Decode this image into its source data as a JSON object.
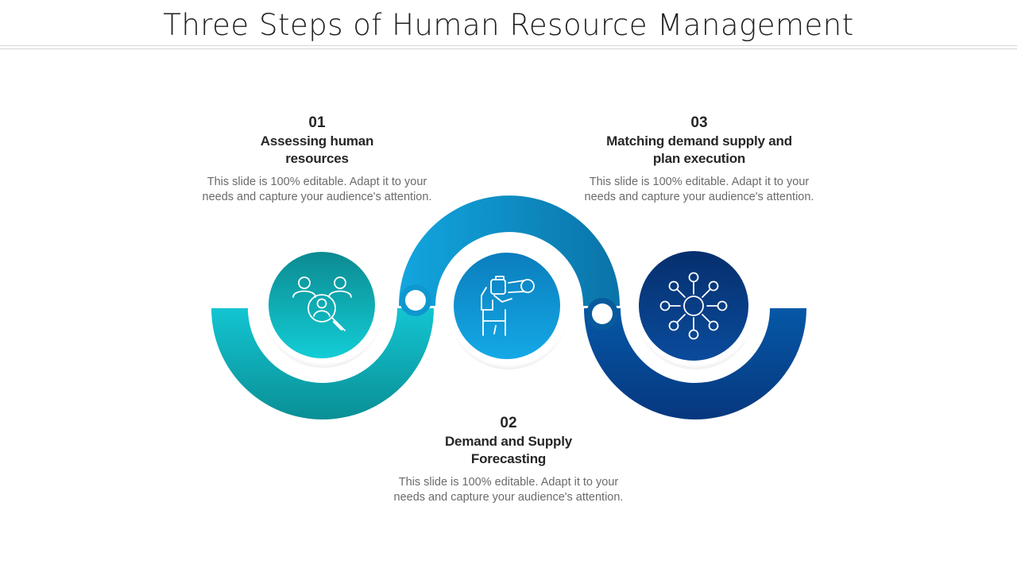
{
  "slide": {
    "title": "Three Steps of Human Resource Management"
  },
  "steps": [
    {
      "number": "01",
      "heading_line1": "Assessing human",
      "heading_line2": "resources",
      "desc_line1": "This slide is 100% editable. Adapt it to your",
      "desc_line2": "needs and capture your audience's attention.",
      "icon": "people-search-icon",
      "color": "#0ea7b4"
    },
    {
      "number": "02",
      "heading_line1": "Demand and Supply",
      "heading_line2": "Forecasting",
      "desc_line1": "This slide is 100% editable. Adapt it to your",
      "desc_line2": "needs and capture your audience's attention.",
      "icon": "binoculars-person-icon",
      "color": "#0a8ac6"
    },
    {
      "number": "03",
      "heading_line1": "Matching demand supply and",
      "heading_line2": "plan execution",
      "desc_line1": "This slide is 100% editable. Adapt it to your",
      "desc_line2": "needs and capture your audience's attention.",
      "icon": "network-hub-icon",
      "color": "#0b3f8f"
    }
  ]
}
